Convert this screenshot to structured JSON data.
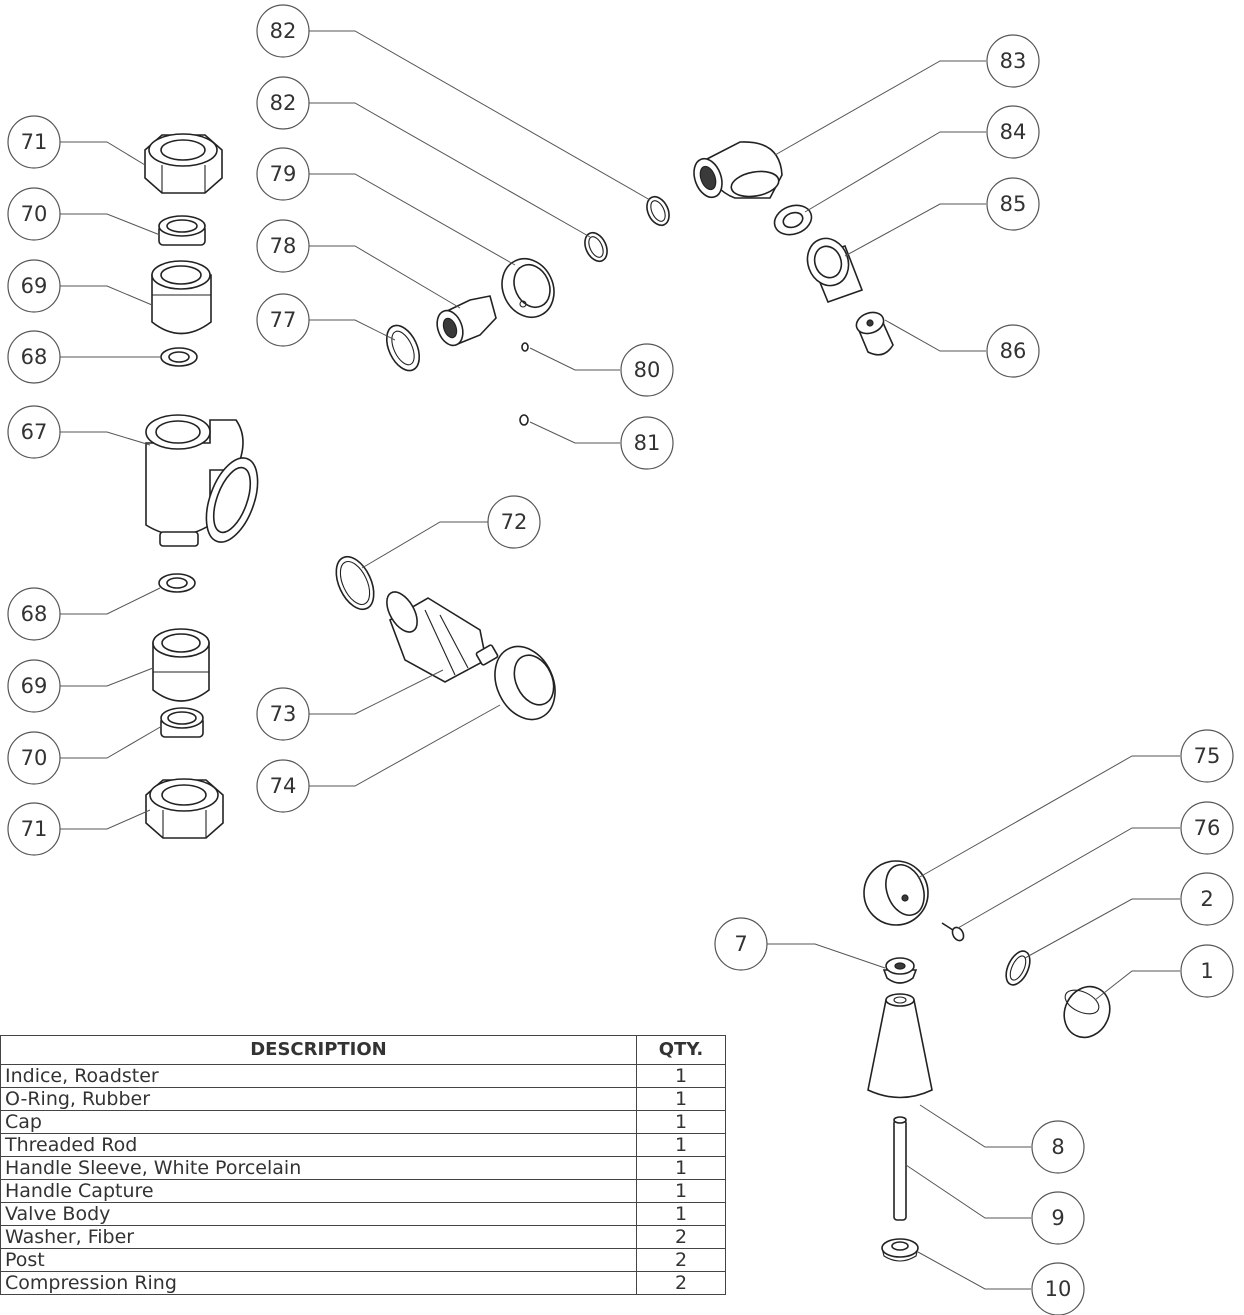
{
  "callouts": [
    {
      "id": "c82a",
      "label": "82"
    },
    {
      "id": "c82b",
      "label": "82"
    },
    {
      "id": "c83",
      "label": "83"
    },
    {
      "id": "c84",
      "label": "84"
    },
    {
      "id": "c85",
      "label": "85"
    },
    {
      "id": "c86",
      "label": "86"
    },
    {
      "id": "c79",
      "label": "79"
    },
    {
      "id": "c78",
      "label": "78"
    },
    {
      "id": "c77",
      "label": "77"
    },
    {
      "id": "c80",
      "label": "80"
    },
    {
      "id": "c81",
      "label": "81"
    },
    {
      "id": "c71a",
      "label": "71"
    },
    {
      "id": "c70a",
      "label": "70"
    },
    {
      "id": "c69a",
      "label": "69"
    },
    {
      "id": "c68a",
      "label": "68"
    },
    {
      "id": "c67",
      "label": "67"
    },
    {
      "id": "c68b",
      "label": "68"
    },
    {
      "id": "c69b",
      "label": "69"
    },
    {
      "id": "c70b",
      "label": "70"
    },
    {
      "id": "c71b",
      "label": "71"
    },
    {
      "id": "c72",
      "label": "72"
    },
    {
      "id": "c73",
      "label": "73"
    },
    {
      "id": "c74",
      "label": "74"
    },
    {
      "id": "c75",
      "label": "75"
    },
    {
      "id": "c76",
      "label": "76"
    },
    {
      "id": "c2",
      "label": "2"
    },
    {
      "id": "c1",
      "label": "1"
    },
    {
      "id": "c7",
      "label": "7"
    },
    {
      "id": "c8",
      "label": "8"
    },
    {
      "id": "c9",
      "label": "9"
    },
    {
      "id": "c10",
      "label": "10"
    }
  ],
  "bom": {
    "header": {
      "description": "DESCRIPTION",
      "qty": "QTY."
    },
    "rows": [
      {
        "description": "Indice, Roadster",
        "qty": "1"
      },
      {
        "description": "O-Ring, Rubber",
        "qty": "1"
      },
      {
        "description": "Cap",
        "qty": "1"
      },
      {
        "description": "Threaded Rod",
        "qty": "1"
      },
      {
        "description": "Handle Sleeve, White Porcelain",
        "qty": "1"
      },
      {
        "description": "Handle Capture",
        "qty": "1"
      },
      {
        "description": "Valve Body",
        "qty": "1"
      },
      {
        "description": "Washer, Fiber",
        "qty": "2"
      },
      {
        "description": "Post",
        "qty": "2"
      },
      {
        "description": "Compression Ring",
        "qty": "2"
      }
    ]
  }
}
